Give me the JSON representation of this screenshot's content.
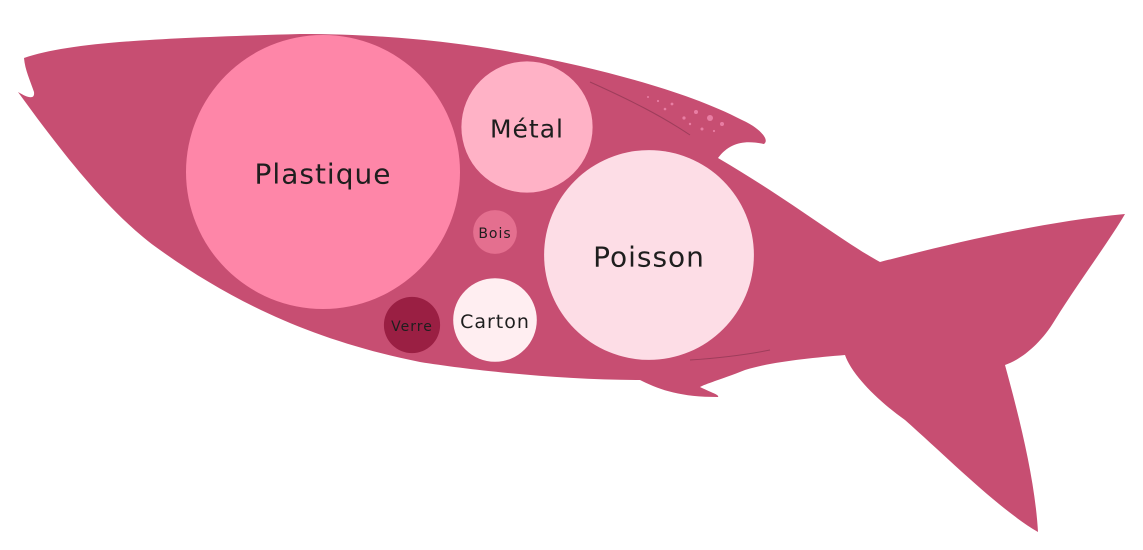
{
  "chart_data": {
    "type": "bubble",
    "title": "",
    "categories": [
      "Plastique",
      "Métal",
      "Poisson",
      "Bois",
      "Carton",
      "Verre"
    ],
    "series": [
      {
        "values": [
          78.6,
          18.0,
          46.1,
          2.0,
          7.3,
          3.3
        ]
      }
    ],
    "colors": {
      "Plastique": "#fe86a8",
      "Métal": "#ffb2c6",
      "Poisson": "#fddde6",
      "Bois": "#e46f8f",
      "Carton": "#ffeef1",
      "Verre": "#9a1f43"
    },
    "label_colors": {
      "Plastique": "#1e1e1e",
      "Métal": "#1e1e1e",
      "Poisson": "#1e1e1e",
      "Bois": "#1e1e1e",
      "Carton": "#1e1e1e",
      "Verre": "#1e1e1e"
    },
    "background_shape": "fish",
    "background_color": "#c74e72"
  }
}
